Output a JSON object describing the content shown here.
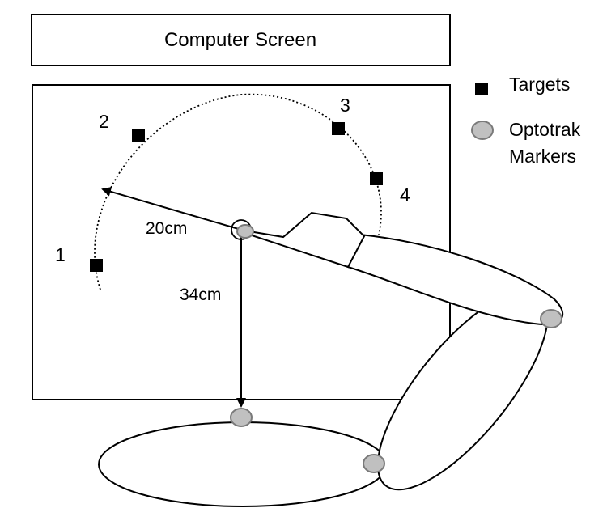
{
  "screen_label": "Computer Screen",
  "legend": {
    "targets": "Targets",
    "markers_line1": "Optotrak",
    "markers_line2": "Markers"
  },
  "targets": {
    "t1": "1",
    "t2": "2",
    "t3": "3",
    "t4": "4"
  },
  "distances": {
    "radius": "20cm",
    "depth": "34cm"
  },
  "icons": {
    "target": "square-target-icon",
    "marker": "grey-ellipse-marker-icon"
  },
  "colors": {
    "ink": "#000000",
    "marker_fill": "#c0c0c0",
    "marker_stroke": "#7a7a7a",
    "background": "#ffffff"
  }
}
